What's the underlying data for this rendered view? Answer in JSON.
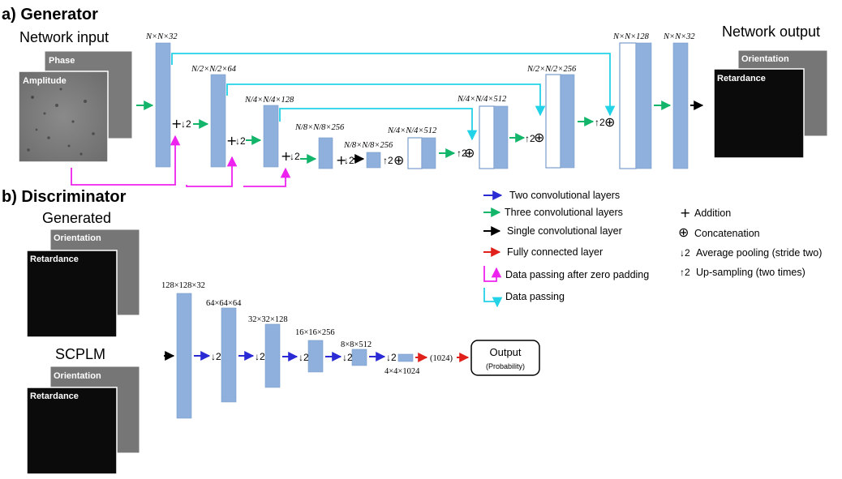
{
  "generator": {
    "title": "a) Generator",
    "input_label": "Network input",
    "output_label": "Network output",
    "input_images": [
      "Phase",
      "Amplitude"
    ],
    "output_images": [
      "Orientation",
      "Retardance"
    ],
    "dims": {
      "d1": "N×N×32",
      "d2": "N/2×N/2×64",
      "d3": "N/4×N/4×128",
      "d4": "N/8×N/8×256",
      "d5": "N/8×N/8×256",
      "d6": "N/4×N/4×512",
      "d7": "N/4×N/4×512",
      "d8": "N/2×N/2×256",
      "d9": "N×N×128",
      "d10": "N×N×32"
    },
    "pool_labels": [
      "↓2",
      "↓2",
      "↓2",
      "↓2"
    ],
    "up_labels": [
      "↑2",
      "↑2",
      "↑2",
      "↑2"
    ],
    "add_symbol": "+",
    "concat_symbol": "⊕"
  },
  "discriminator": {
    "title": "b) Discriminator",
    "generated_label": "Generated",
    "scplm_label": "SCPLM",
    "images": [
      "Orientation",
      "Retardance"
    ],
    "dims": [
      "128×128×32",
      "64×64×64",
      "32×32×128",
      "16×16×256",
      "8×8×512",
      "4×4×1024"
    ],
    "pool_labels": [
      "↓2",
      "↓2",
      "↓2",
      "↓2",
      "↓2"
    ],
    "fc_label": "(1024)",
    "output_title": "Output",
    "output_subtitle": "(Probability)"
  },
  "legend": {
    "items": [
      {
        "label": "Two convolutional layers",
        "color": "#2b2bd6"
      },
      {
        "label": "Three convolutional layers",
        "color": "#12b56a"
      },
      {
        "label": "Single convolutional layer",
        "color": "#000000"
      },
      {
        "label": "Fully connected layer",
        "color": "#e0201a"
      },
      {
        "label": "Data passing after zero padding",
        "color": "#ee22ee"
      },
      {
        "label": "Data passing",
        "color": "#22d2e6"
      }
    ],
    "symbols": [
      {
        "symbol": "+",
        "label": "Addition"
      },
      {
        "symbol": "⊕",
        "label": "Concatenation"
      },
      {
        "symbol": "↓2",
        "label": "Average pooling (stride two)"
      },
      {
        "symbol": "↑2",
        "label": "Up-sampling (two times)"
      }
    ]
  },
  "colors": {
    "block_fill": "#8fb0dc",
    "two_conv": "#2b2bd6",
    "three_conv": "#12b56a",
    "single_conv": "#000000",
    "fully_connected": "#e0201a",
    "zero_pad_passing": "#ee22ee",
    "data_passing": "#22d2e6"
  }
}
